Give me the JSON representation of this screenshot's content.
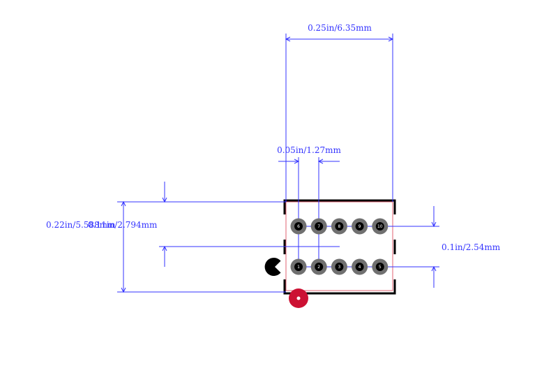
{
  "dimensions": {
    "total_width": "0.25in/6.35mm",
    "pin_pitch": "0.05in/1.27mm",
    "row_pitch": "0.1in/2.54mm",
    "body_height": "0.22in/5.588mm",
    "row_span": "0.11in/2.794mm"
  },
  "pins": {
    "top_row": [
      "6",
      "7",
      "8",
      "9",
      "10"
    ],
    "bottom_row": [
      "1",
      "2",
      "3",
      "4",
      "5"
    ]
  },
  "colors": {
    "dimension": "#3333ff",
    "outline": "#000000",
    "courtyard": "#e06070",
    "pad": "#707070",
    "drill": "#000000",
    "origin_marker": "#cc1133"
  }
}
